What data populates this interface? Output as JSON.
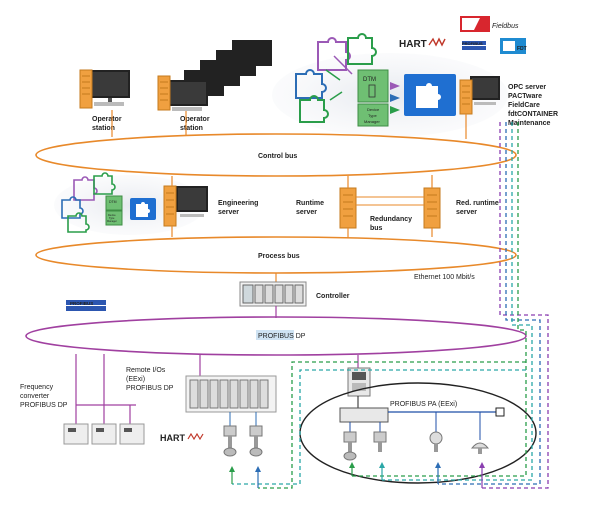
{
  "labels": {
    "operator_station_1": [
      "Operator",
      "station"
    ],
    "operator_station_2": [
      "Operator",
      "station"
    ],
    "opc_server": [
      "OPC server",
      "PACTware",
      "FieldCare",
      "fdtCONTAINER",
      "Maintenance"
    ],
    "control_bus": "Control bus",
    "engineering_server": [
      "Engineering",
      "server"
    ],
    "runtime_server": [
      "Runtime",
      "server"
    ],
    "red_runtime_server": [
      "Red. runtime",
      "server"
    ],
    "redundancy_bus": [
      "Redundancy",
      "bus"
    ],
    "process_bus": "Process bus",
    "ethernet": "Ethernet 100 Mbit/s",
    "controller": "Controller",
    "profibus_dp": "PROFIBUS DP",
    "frequency_converter": [
      "Frequency",
      "converter",
      "PROFIBUS DP"
    ],
    "remote_ios": [
      "Remote I/Os",
      "(EExi)",
      "PROFIBUS DP"
    ],
    "profibus_pa": "PROFIBUS PA (EExi)",
    "dtm_label": "DTM",
    "device_type_manager": [
      "Device",
      "Type",
      "Manager"
    ],
    "hart_logo": "HART",
    "fieldbus_logo": "Fieldbus",
    "profibus_logo": "PROFIBUS",
    "fdt_logo": "FDT"
  },
  "colors": {
    "bus_orange": "#e8892a",
    "profibus_purple": "#a040a0",
    "dashed_green": "#2a9d4a",
    "dashed_blue": "#2c6db5",
    "dashed_teal": "#2aa7a7",
    "dashed_purple": "#8a3fb0",
    "device_orange": "#f0a040",
    "dtm_green": "#6fbf73",
    "puzzle_blue": "#1f6fd1"
  }
}
